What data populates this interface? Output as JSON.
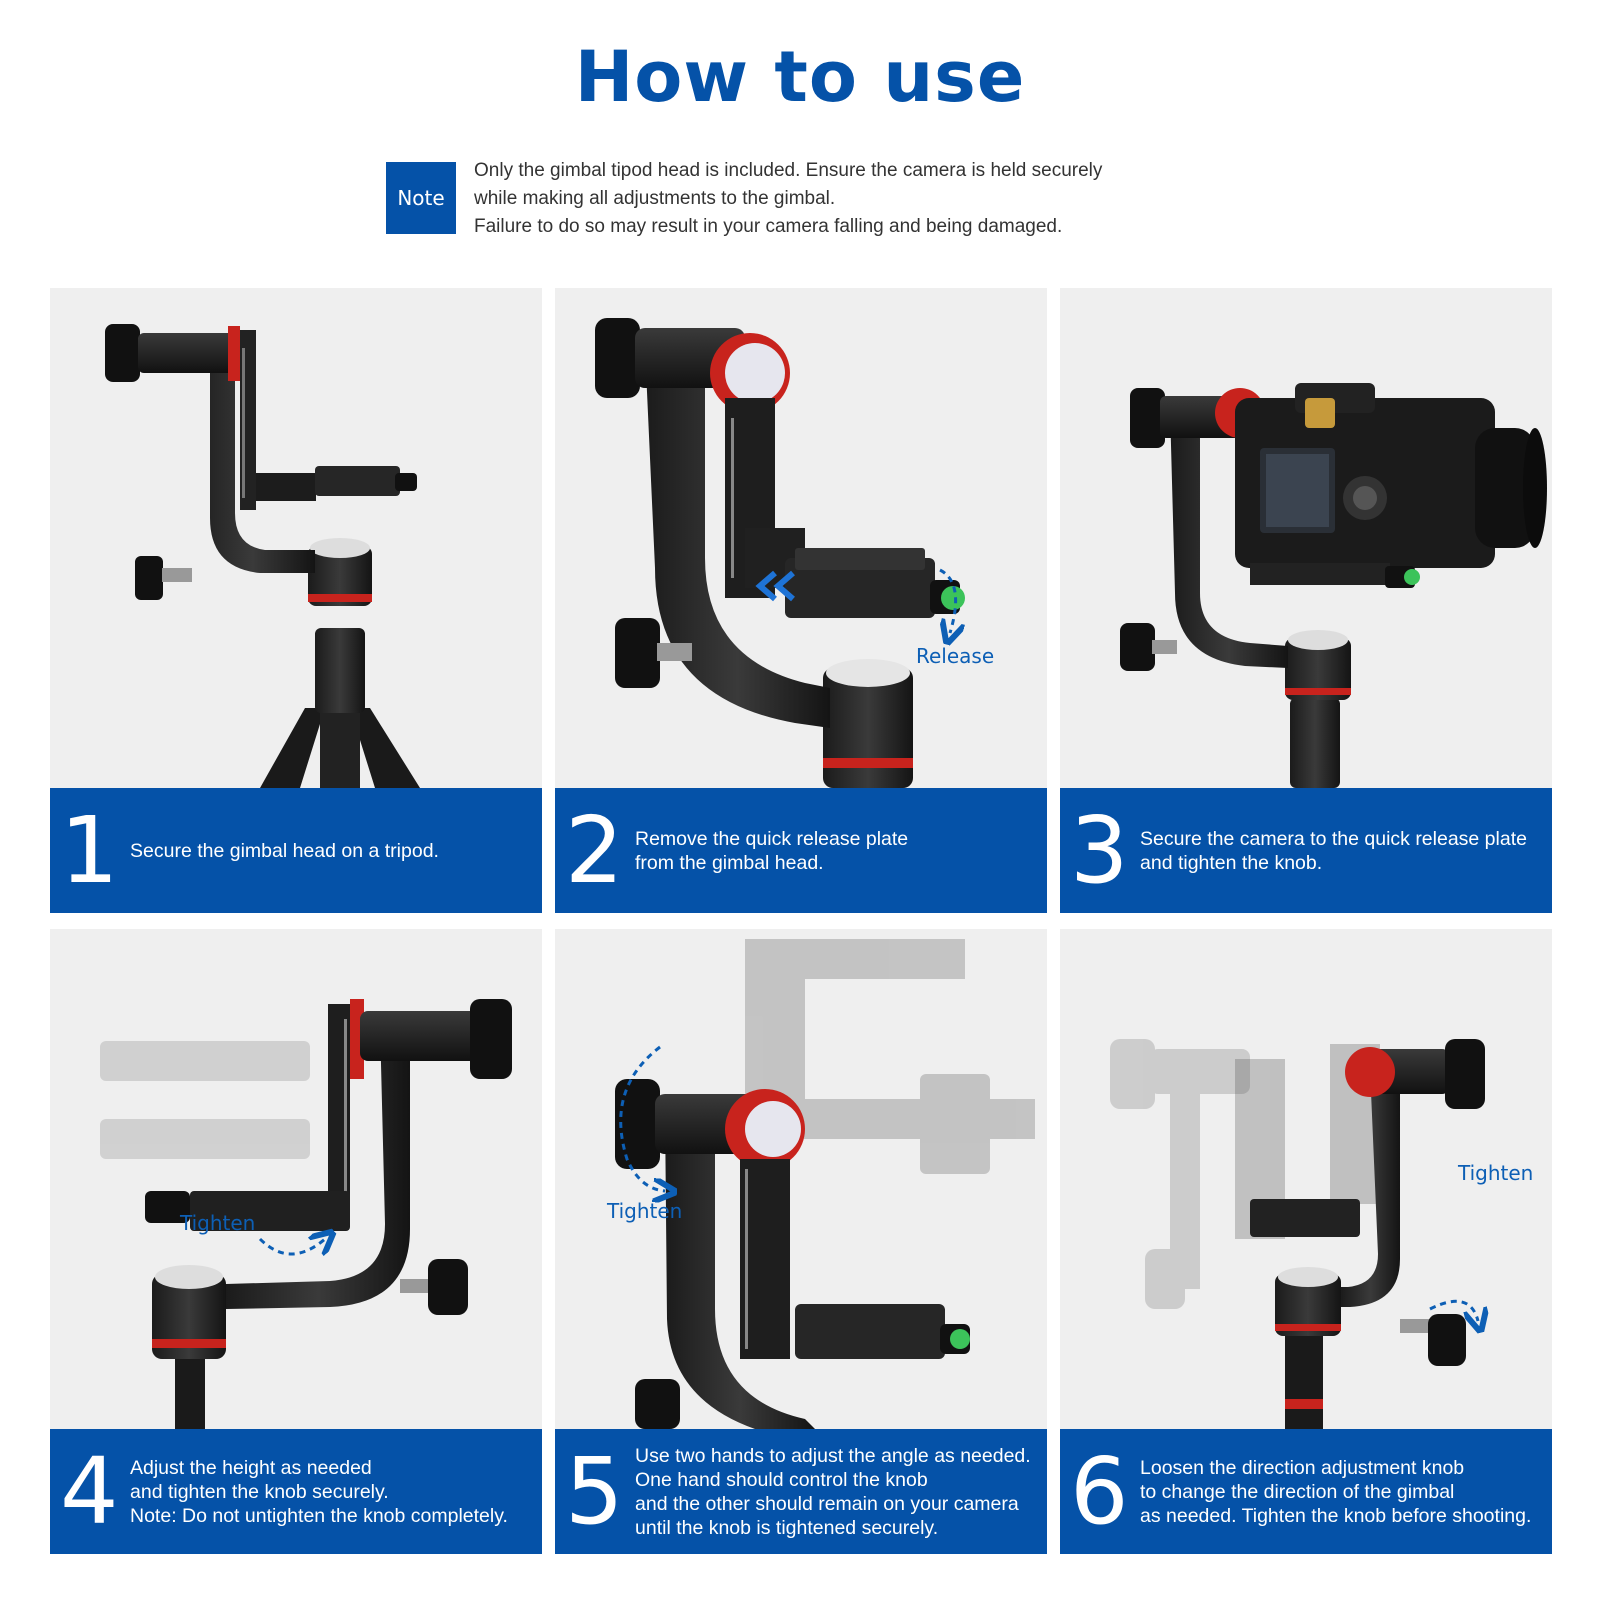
{
  "page": {
    "title": "How to use",
    "accent_color": "#0552a8",
    "panel_bg": "#efefef"
  },
  "note": {
    "badge": "Note",
    "lines": [
      "Only the gimbal tipod head is included. Ensure the camera is held securely",
      "while making all adjustments to the gimbal.",
      "Failure to do so may result in your camera falling and being damaged."
    ]
  },
  "steps": [
    {
      "number": "1",
      "lines": [
        "Secure the gimbal head on a tripod."
      ],
      "image": "gimbal-head-mounted-on-tripod",
      "callout": ""
    },
    {
      "number": "2",
      "lines": [
        "Remove the quick release plate",
        "from the gimbal head."
      ],
      "image": "gimbal-head-quick-release-plate",
      "callout": "Release"
    },
    {
      "number": "3",
      "lines": [
        "Secure the camera to the quick release plate",
        "and tighten the knob."
      ],
      "image": "camera-mounted-on-gimbal",
      "callout": ""
    },
    {
      "number": "4",
      "lines": [
        "Adjust the height as needed",
        "and tighten the knob securely.",
        "Note: Do not untighten the knob completely."
      ],
      "image": "gimbal-height-adjustment",
      "callout": "Tighten"
    },
    {
      "number": "5",
      "lines": [
        "Use two hands to adjust the angle as needed.",
        "One hand should control the knob",
        "and the other should remain on your camera",
        "until the knob is tightened securely."
      ],
      "image": "gimbal-angle-adjustment",
      "callout": "Tighten"
    },
    {
      "number": "6",
      "lines": [
        "Loosen the direction adjustment knob",
        "to change the direction of the gimbal",
        "as needed. Tighten the knob before shooting."
      ],
      "image": "gimbal-direction-adjustment",
      "callout": "Tighten"
    }
  ]
}
